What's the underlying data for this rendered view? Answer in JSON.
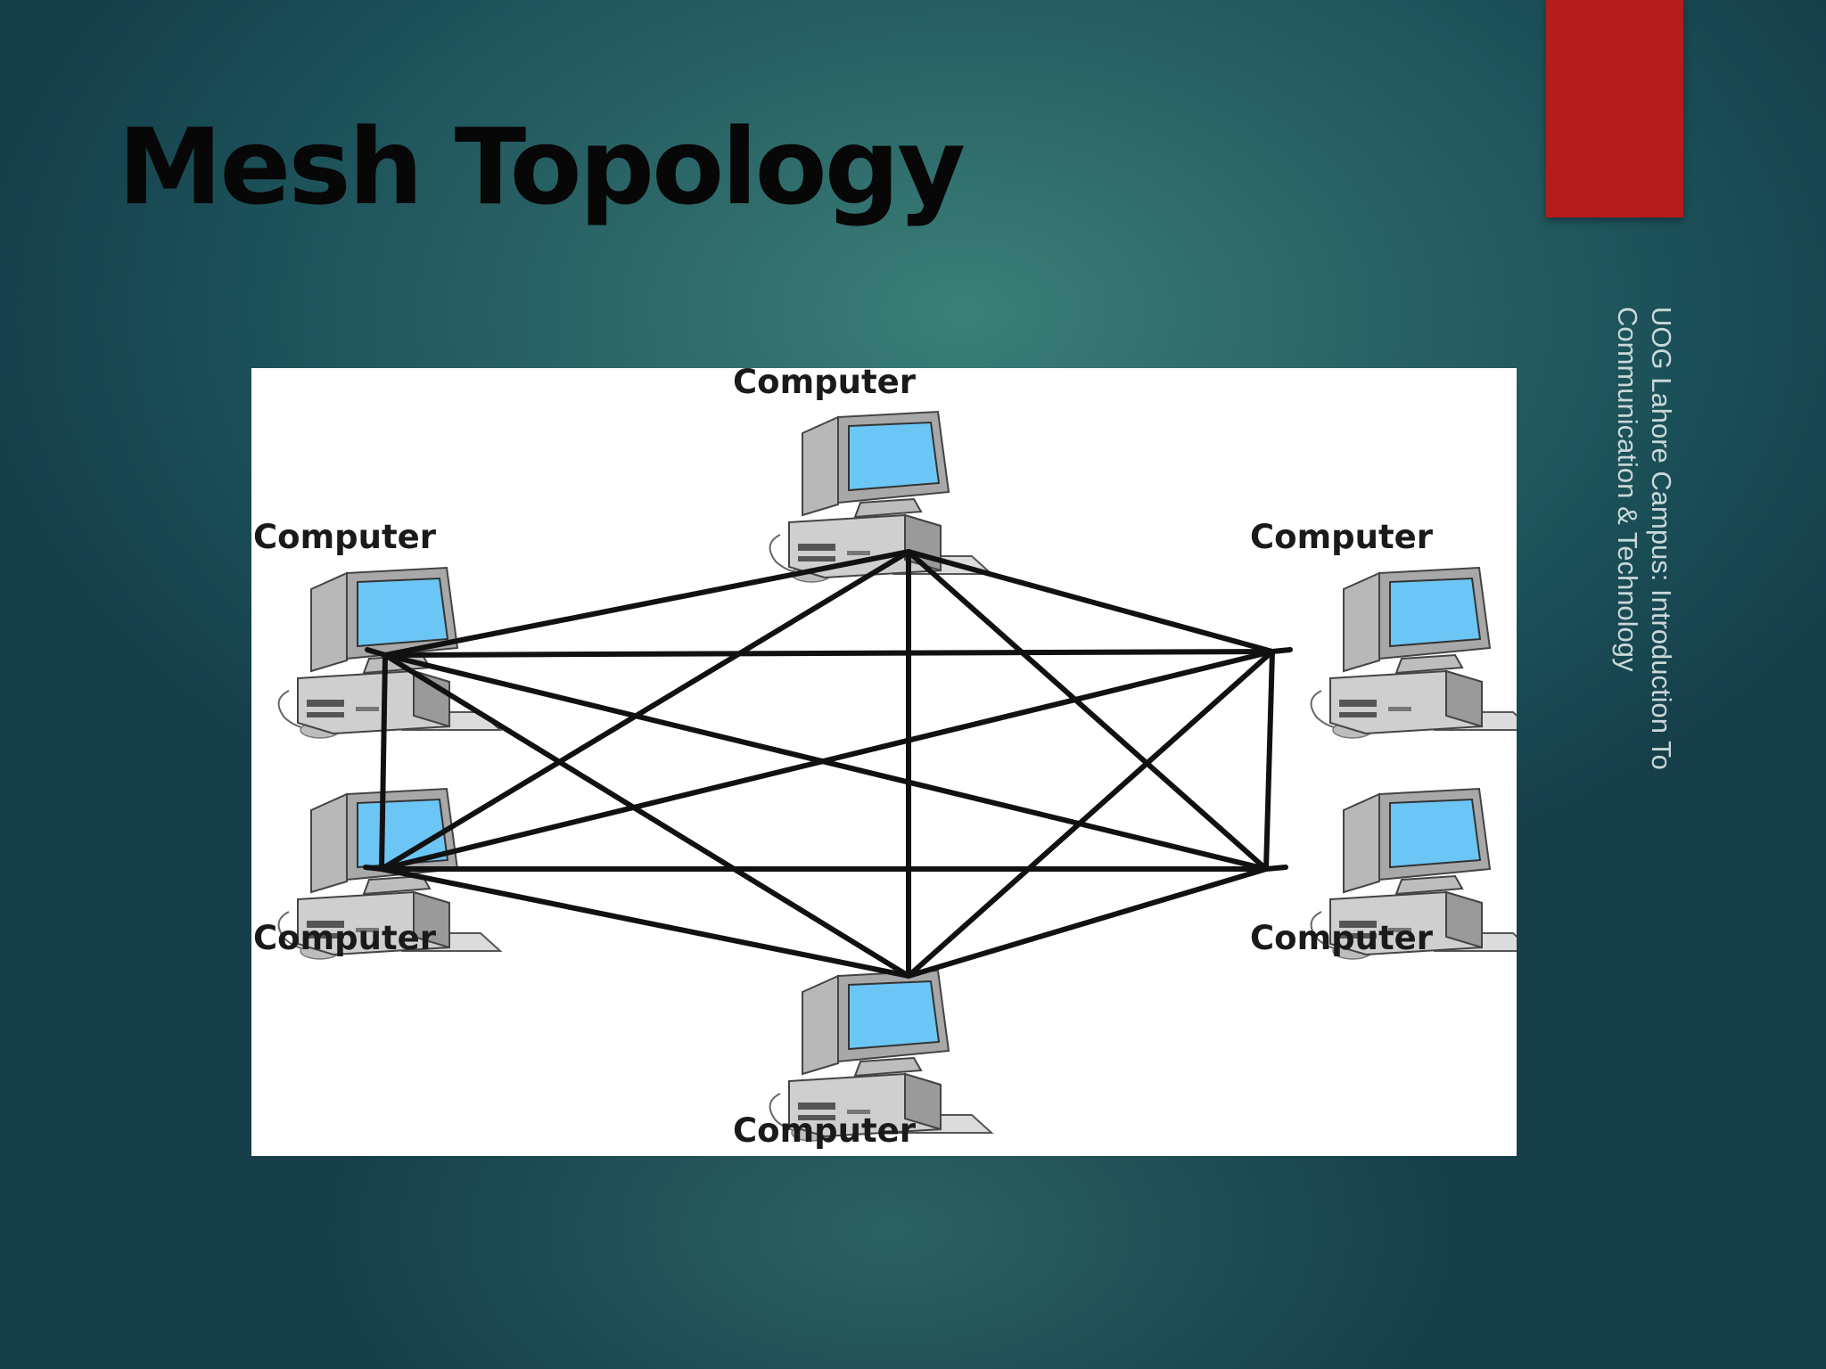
{
  "slide": {
    "title": "Mesh Topology",
    "footer_line1": "UOG Lahore Campus:  Introduction To",
    "footer_line2": "Communication & Technology"
  },
  "diagram": {
    "nodes": [
      {
        "id": "top",
        "label": "Computer"
      },
      {
        "id": "upper-left",
        "label": "Computer"
      },
      {
        "id": "upper-right",
        "label": "Computer"
      },
      {
        "id": "lower-left",
        "label": "Computer"
      },
      {
        "id": "lower-right",
        "label": "Computer"
      },
      {
        "id": "bottom",
        "label": "Computer"
      }
    ],
    "connections": "full-mesh"
  },
  "colors": {
    "accent_bar": "#b51c1c",
    "screen": "#6cc6f5",
    "line": "#111111"
  }
}
